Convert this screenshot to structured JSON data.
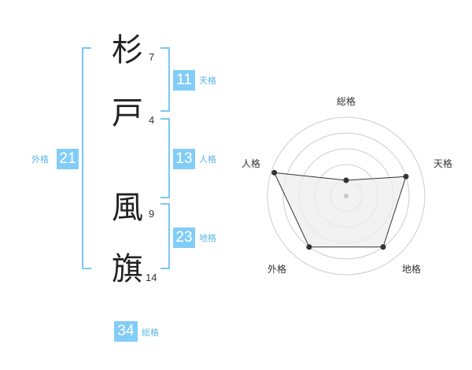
{
  "name": {
    "chars": [
      {
        "char": "杉",
        "strokes": "7"
      },
      {
        "char": "戸",
        "strokes": "4"
      },
      {
        "char": "風",
        "strokes": "9"
      },
      {
        "char": "旗",
        "strokes": "14"
      }
    ]
  },
  "fortune": {
    "tenkaku": {
      "value": "11",
      "label": "天格"
    },
    "jinkaku": {
      "value": "13",
      "label": "人格"
    },
    "chikaku": {
      "value": "23",
      "label": "地格"
    },
    "gaikaku": {
      "value": "21",
      "label": "外格"
    },
    "soukaku": {
      "value": "34",
      "label": "総格"
    }
  },
  "chart_data": {
    "type": "radar",
    "axes": [
      "総格",
      "天格",
      "地格",
      "外格",
      "人格"
    ],
    "values": [
      1,
      4,
      4,
      4,
      4.8
    ],
    "max": 5,
    "rings": 5,
    "colors": {
      "fill": "#eeeeee",
      "stroke": "#333333",
      "ring": "#cccccc"
    }
  }
}
